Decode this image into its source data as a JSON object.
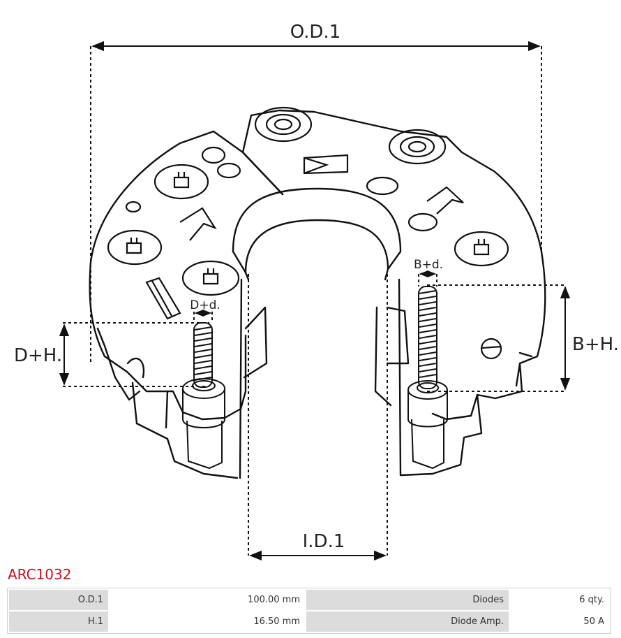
{
  "diagram": {
    "labels": {
      "od": "O.D.1",
      "id": "I.D.1",
      "dh": "D+H.",
      "bh": "B+H.",
      "dd": "D+d.",
      "bd": "B+d."
    }
  },
  "product": {
    "part_number": "ARC1032",
    "color": "#c1121f"
  },
  "specs": {
    "rows": [
      {
        "label1": "O.D.1",
        "value1": "100.00 mm",
        "label2": "Diodes",
        "value2": "6 qty."
      },
      {
        "label1": "H.1",
        "value1": "16.50 mm",
        "label2": "Diode Amp.",
        "value2": "50 A"
      }
    ]
  }
}
